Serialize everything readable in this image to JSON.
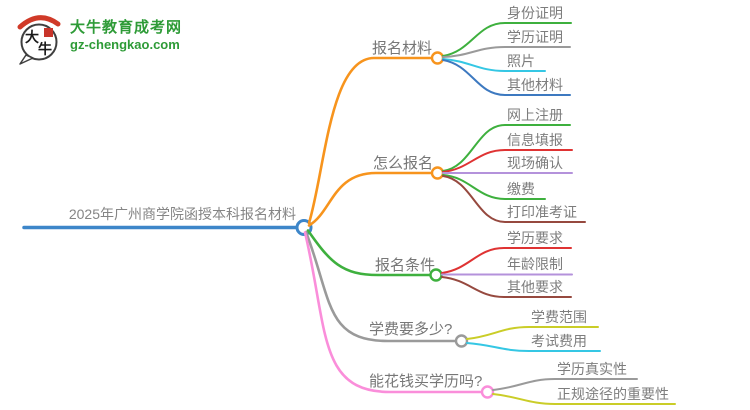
{
  "logo": {
    "icon_text": "大牛",
    "title": "大牛教育成考网",
    "subtitle": "gz-chengkao.com",
    "brand_color": "#2E9B37",
    "seal_color": "#C8342A",
    "arc_color": "#D03A28"
  },
  "mindmap": {
    "root": {
      "label": "2025年广州商学院函授本科报名材料",
      "color": "#3D86C9"
    },
    "branches": [
      {
        "label": "报名材料",
        "color": "#F7941D",
        "children": [
          {
            "label": "身份证明",
            "color": "#3EB03E"
          },
          {
            "label": "学历证明",
            "color": "#9A9A9A"
          },
          {
            "label": "照片",
            "color": "#35C7E4"
          },
          {
            "label": "其他材料",
            "color": "#3D79C0"
          }
        ]
      },
      {
        "label": "怎么报名",
        "color": "#F7941D",
        "children": [
          {
            "label": "网上注册",
            "color": "#3EB03E"
          },
          {
            "label": "信息填报",
            "color": "#DF3333"
          },
          {
            "label": "现场确认",
            "color": "#B492DB"
          },
          {
            "label": "缴费",
            "color": "#3EB03E"
          },
          {
            "label": "打印准考证",
            "color": "#96493F"
          }
        ]
      },
      {
        "label": "报名条件",
        "color": "#3EB03E",
        "children": [
          {
            "label": "学历要求",
            "color": "#DF3333"
          },
          {
            "label": "年龄限制",
            "color": "#B492DB"
          },
          {
            "label": "其他要求",
            "color": "#96493F"
          }
        ]
      },
      {
        "label": "学费要多少?",
        "color": "#9A9A9A",
        "children": [
          {
            "label": "学费范围",
            "color": "#CACD28"
          },
          {
            "label": "考试费用",
            "color": "#35C7E4"
          }
        ]
      },
      {
        "label": "能花钱买学历吗?",
        "color": "#FA8EDA",
        "children": [
          {
            "label": "学历真实性",
            "color": "#9A9A9A"
          },
          {
            "label": "正规途径的重要性",
            "color": "#CACD28"
          }
        ]
      }
    ]
  }
}
